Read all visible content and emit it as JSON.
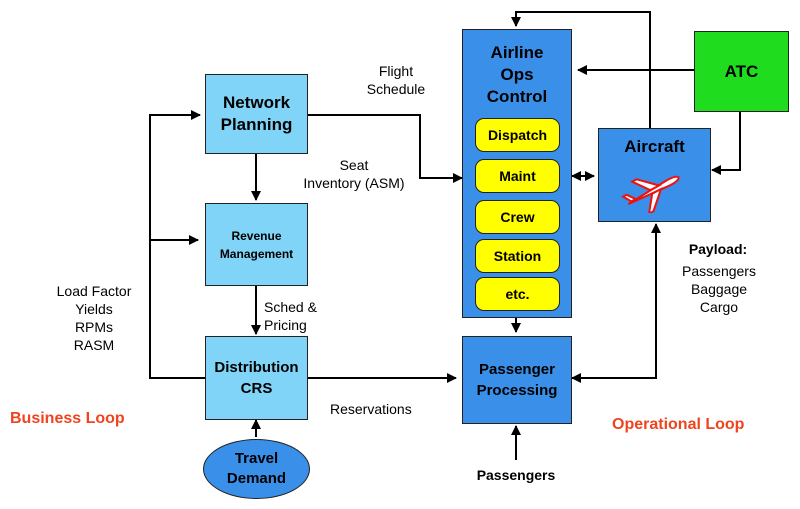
{
  "boxes": {
    "network_planning": "Network\nPlanning",
    "revenue_management": "Revenue\nManagement",
    "distribution_crs": "Distribution\nCRS",
    "travel_demand": "Travel\nDemand",
    "airline_ops_control": "Airline\nOps\nControl",
    "passenger_processing": "Passenger\nProcessing",
    "aircraft": "Aircraft",
    "atc": "ATC"
  },
  "ops_items": [
    "Dispatch",
    "Maint",
    "Crew",
    "Station",
    "etc."
  ],
  "labels": {
    "flight_schedule": "Flight\nSchedule",
    "seat_inventory": "Seat\nInventory (ASM)",
    "sched_pricing": "Sched &\nPricing",
    "reservations": "Reservations",
    "passengers": "Passengers",
    "load_factor": "Load Factor\nYields\nRPMs\nRASM",
    "payload_title": "Payload:",
    "payload_items": "Passengers\nBaggage\nCargo"
  },
  "loops": {
    "business": "Business Loop",
    "operational": "Operational Loop"
  },
  "icons": {
    "aircraft": "airplane-icon"
  },
  "colors": {
    "light_box": "#80d4f7",
    "dark_box": "#3a8fe8",
    "atc": "#1fdc1f",
    "ops_items": "#ffff00",
    "loop_text": "#f0431e"
  }
}
